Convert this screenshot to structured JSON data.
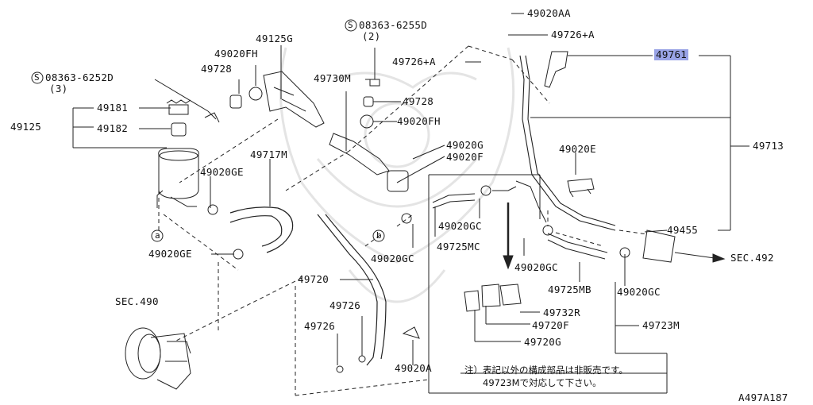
{
  "diagram": {
    "id": "A497A187",
    "part_labels": {
      "p49020AA": "49020AA",
      "p49726A_top": "49726+A",
      "p49726A_mid": "49726+A",
      "p49761": "49761",
      "p49713": "49713",
      "p49125G": "49125G",
      "p49020FH_top": "49020FH",
      "p49728_left": "49728",
      "p49730M": "49730M",
      "p49728_mid": "49728",
      "p49020FH_mid": "49020FH",
      "p49181": "49181",
      "p49182": "49182",
      "p49125": "49125",
      "p49717M": "49717M",
      "p49020GE_top": "49020GE",
      "p49020GE_bot": "49020GE",
      "p49020G": "49020G",
      "p49020F": "49020F",
      "p49020E": "49020E",
      "p49020GC_a": "49020GC",
      "p49020GC_b": "49020GC",
      "p49725MC": "49725MC",
      "p49020GC_c": "49020GC",
      "p49455": "49455",
      "p49725MB": "49725MB",
      "p49020GC_d": "49020GC",
      "p49720": "49720",
      "p49726_a": "49726",
      "p49726_b": "49726",
      "p49732R": "49732R",
      "p49720F": "49720F",
      "p49723M": "49723M",
      "p49720G": "49720G",
      "p49020A": "49020A"
    },
    "bolts": {
      "b1_code": "08363-6255D",
      "b1_qty": "(2)",
      "b2_code": "08363-6252D",
      "b2_qty": "(3)",
      "s_mark": "S"
    },
    "refs": {
      "sec492": "SEC.492",
      "sec490": "SEC.490",
      "ref_a": "a",
      "ref_b": "b"
    },
    "note": {
      "line1": "注）表記以外の構成部品は非販売です。",
      "line2": "49723Mで対応して下さい。"
    },
    "highlight_color": "#9aa4e6"
  }
}
